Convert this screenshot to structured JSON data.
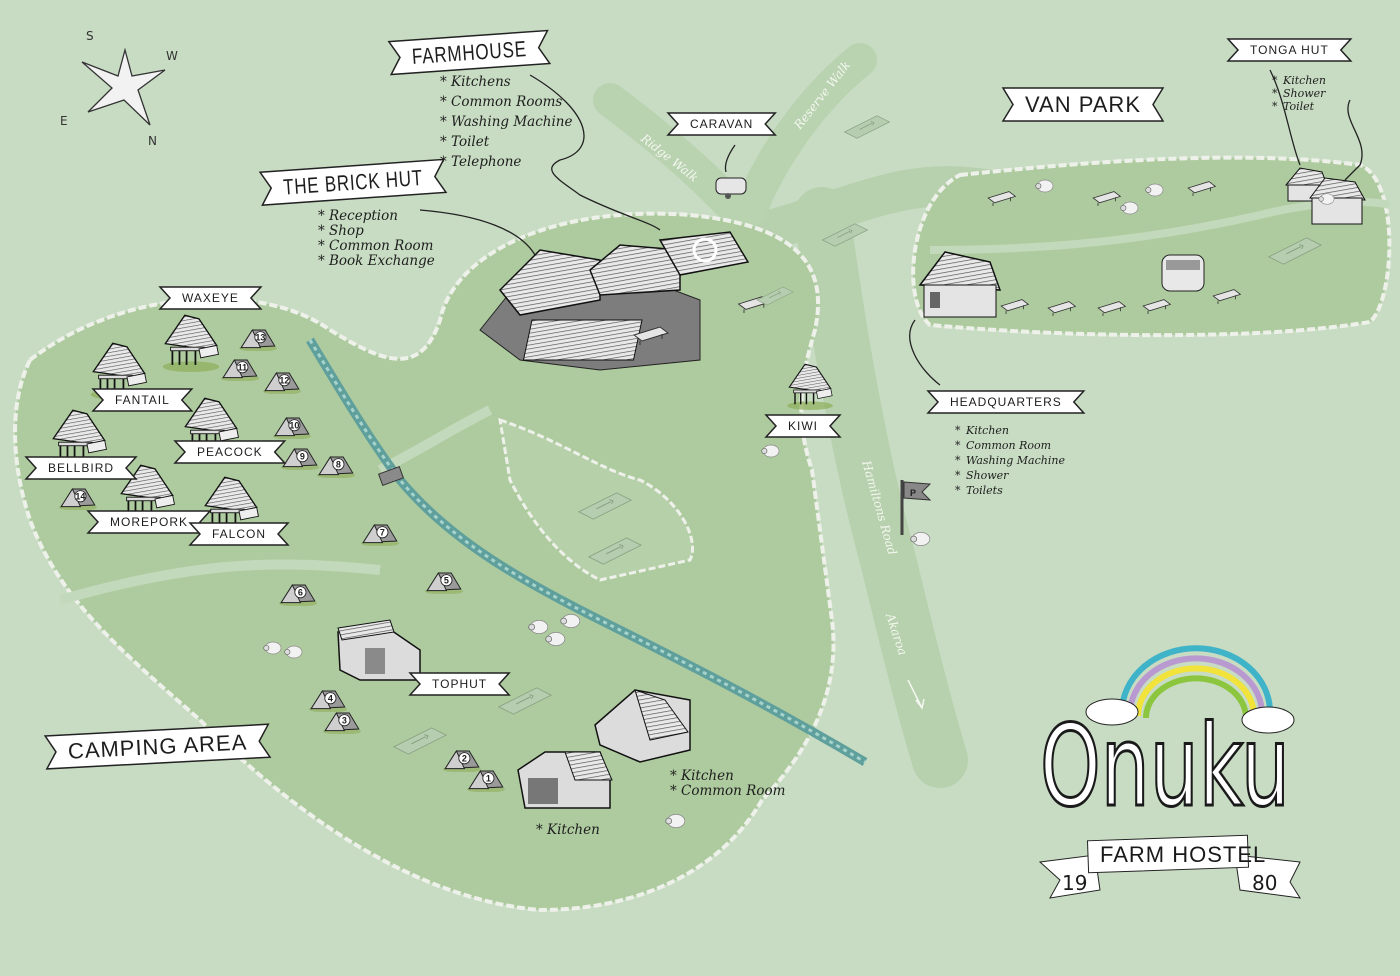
{
  "compass": {
    "north": "N",
    "south": "S",
    "east": "E",
    "west": "W"
  },
  "places": {
    "farmhouse": {
      "label": "FARMHOUSE",
      "amenities": [
        "Kitchens",
        "Common Rooms",
        "Washing Machine",
        "Toilet",
        "Telephone"
      ]
    },
    "brick_hut": {
      "label": "THE BRICK HUT",
      "amenities": [
        "Reception",
        "Shop",
        "Common Room",
        "Book Exchange"
      ]
    },
    "caravan": {
      "label": "CARAVAN"
    },
    "van_park": {
      "label": "VAN PARK"
    },
    "tonga_hut": {
      "label": "TONGA HUT",
      "amenities": [
        "Kitchen",
        "Shower",
        "Toilet"
      ]
    },
    "headquarters": {
      "label": "HEADQUARTERS",
      "amenities": [
        "Kitchen",
        "Common Room",
        "Washing Machine",
        "Shower",
        "Toilets"
      ]
    },
    "camping_area": {
      "label": "CAMPING AREA"
    },
    "tophut": {
      "label": "TOPHUT"
    },
    "kiwi": {
      "label": "KIWI"
    },
    "huts": {
      "waxeye": "WAXEYE",
      "fantail": "FANTAIL",
      "bellbird": "BELLBIRD",
      "peacock": "PEACOCK",
      "morepork": "MOREPORK",
      "falcon": "FALCON"
    },
    "camp_kitchen_common": {
      "amenities": [
        "Kitchen",
        "Common Room"
      ]
    },
    "camp_kitchen": {
      "amenities": [
        "Kitchen"
      ]
    }
  },
  "bullet": "*",
  "paths": {
    "ridge_walk": "Ridge Walk",
    "reserve_walk": "Reserve Walk",
    "road": "Hamiltons Road",
    "destination": "Akaroa"
  },
  "parking_sign": "P",
  "tents": [
    "13",
    "11",
    "12",
    "10",
    "9",
    "8",
    "14",
    "7",
    "6",
    "5",
    "4",
    "3",
    "2",
    "1"
  ],
  "logo": {
    "name": "Onuku",
    "subtitle": "FARM HOSTEL",
    "year_left": "19",
    "year_right": "80"
  },
  "colors": {
    "background": "#c8dcc3",
    "grass": "#aecb9f",
    "river": "#5f9f9c",
    "road": "#b7d0ad",
    "rainbow": [
      "#3fb3c8",
      "#b99ad0",
      "#f2e33a",
      "#8cc63f"
    ]
  }
}
